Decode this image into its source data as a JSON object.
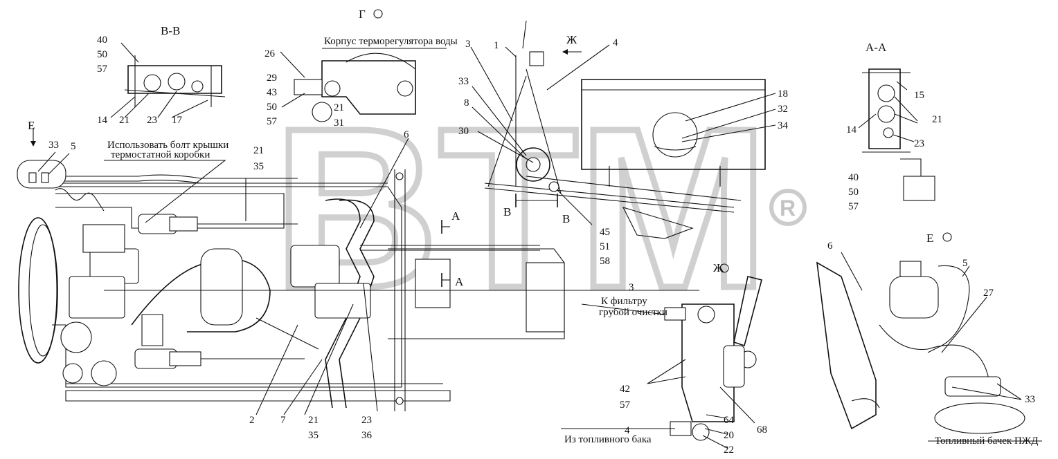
{
  "watermark": {
    "text": "BTM",
    "reg": "®"
  },
  "sections": {
    "bb": "В-В",
    "g": "Г",
    "e": "Е",
    "aa": "А-А",
    "zh": "Ж",
    "e_view": "Е",
    "zh_arrow": "Ж",
    "e_arrow": "Е"
  },
  "captions": {
    "thermostat_housing": "Корпус терморегулятора воды",
    "thermostat_bolt_1": "Использовать болт крышки",
    "thermostat_bolt_2": "термостатной коробки",
    "filter_1": "К фильтру",
    "filter_2": "грубой очистки",
    "from_tank": "Из топливного бака",
    "pzhd_tank": "Топливный бачек ПЖД"
  },
  "numbers": {
    "n40a": "40",
    "n50a": "50",
    "n57a": "57",
    "n14a": "14",
    "n21a": "21",
    "n23a": "23",
    "n17a": "17",
    "n26": "26",
    "n29": "29",
    "n43": "43",
    "n50b": "50",
    "n57b": "57",
    "n21b": "21",
    "n31": "31",
    "n33a": "33",
    "n5a": "5",
    "n21c": "21",
    "n35a": "35",
    "n3a": "3",
    "n1": "1",
    "n4a": "4",
    "n33b": "33",
    "n8": "8",
    "n30": "30",
    "n6a": "6",
    "n18": "18",
    "n32": "32",
    "n34": "34",
    "n15": "15",
    "n21d": "21",
    "n14b": "14",
    "n23b": "23",
    "n40b": "40",
    "n50c": "50",
    "n57c": "57",
    "nA1": "А",
    "nA2": "А",
    "nB1": "В",
    "nB2": "В",
    "n45": "45",
    "n51": "51",
    "n58": "58",
    "n6b": "6",
    "n5b": "5",
    "n27": "27",
    "n33c": "33",
    "n3b": "3",
    "n42": "42",
    "n57d": "57",
    "n68": "68",
    "n64": "64",
    "n20": "20",
    "n22": "22",
    "n4b": "4",
    "n2": "2",
    "n7": "7",
    "n21e": "21",
    "n35b": "35",
    "n23c": "23",
    "n36": "36"
  }
}
